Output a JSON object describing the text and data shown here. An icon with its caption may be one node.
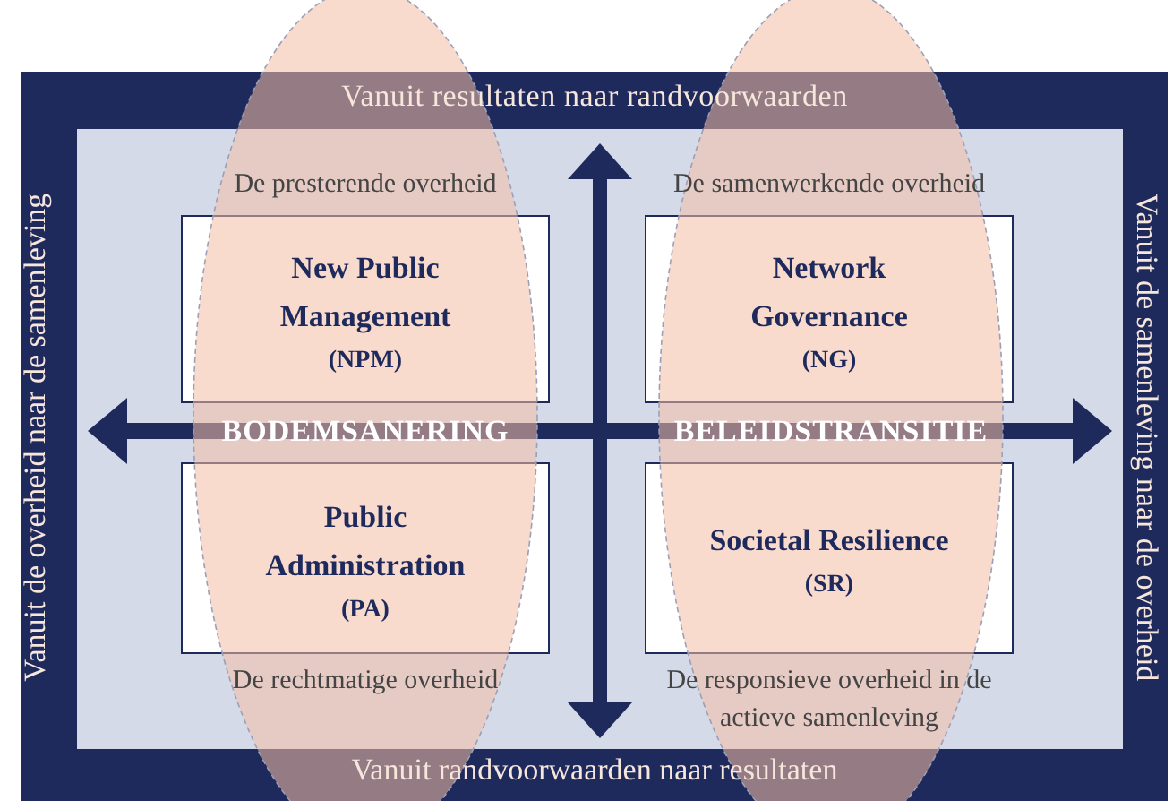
{
  "diagram": {
    "nodes": [
      {
        "text": [
          "Vanuit resultaten naar randvoorwaarden",
          "Vanuit de overheid naar de samenleving",
          "Vanuit de samenleving naar de overheid",
          "Vanuit randvoorwaarden naar resultaten"
        ]
      },
      {
        "text": [
          "BODEMSANERING"
        ]
      },
      {
        "text": [
          "BELEIDSTRANSITIE"
        ]
      },
      {
        "text": [
          "New Public Management",
          "(NPM)"
        ],
        "in": 0
      },
      {
        "text": [
          "Network Governance",
          "(NG)"
        ],
        "in": 0
      },
      {
        "text": [
          "Public Administration",
          "(PA)"
        ],
        "in": 0
      },
      {
        "text": [
          "Societal Resilience",
          "(SR)"
        ],
        "in": 0
      }
    ],
    "edges": [],
    "labels": [
      "De presterende overheid",
      "De samenwerkende overheid",
      "De rechtmatige overheid",
      "De responsieve overheid in de actieve samenleving"
    ]
  }
}
